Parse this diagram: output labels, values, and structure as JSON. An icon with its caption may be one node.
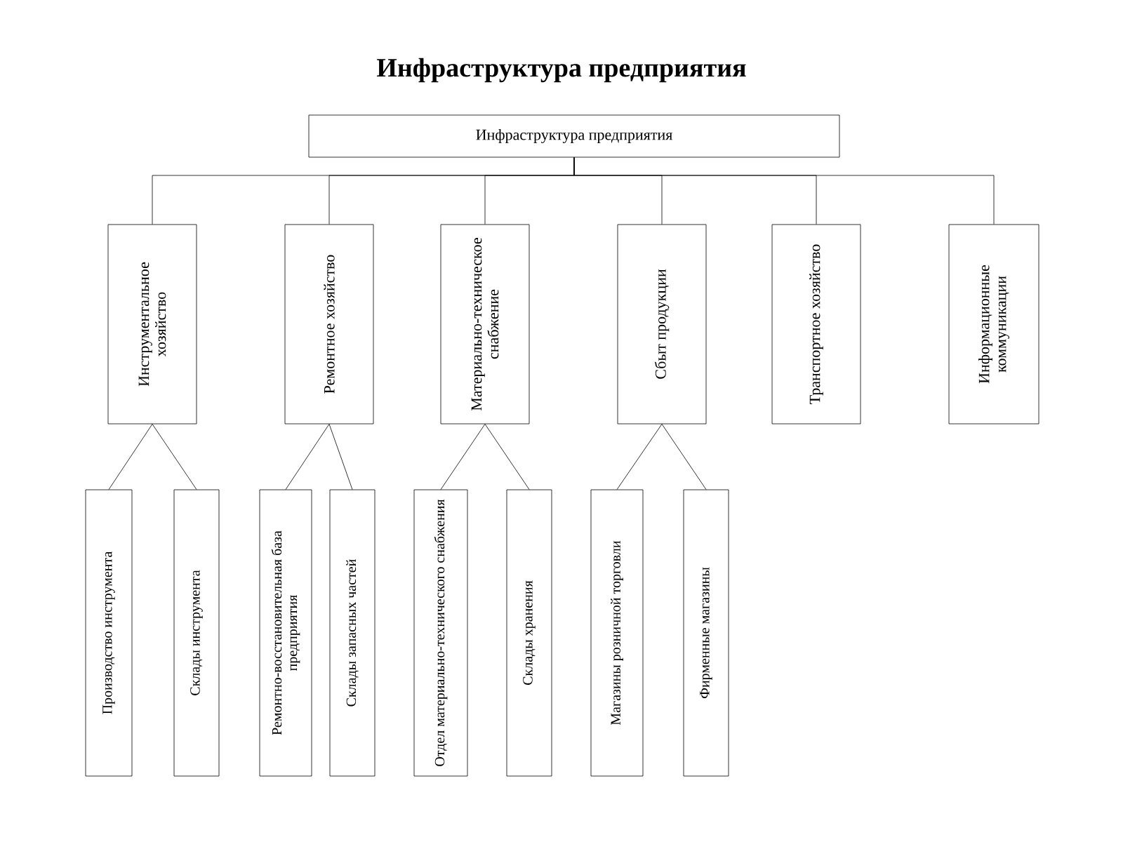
{
  "diagram": {
    "title": "Инфраструктура предприятия",
    "nodes": [
      {
        "text": [
          "Инфраструктура предприятия"
        ]
      },
      {
        "text": [
          "Инструментальное хозяйство"
        ]
      },
      {
        "text": [
          "Ремонтное хозяйство"
        ]
      },
      {
        "text": [
          "Материально-техническое снабжение"
        ]
      },
      {
        "text": [
          "Сбыт продукции"
        ]
      },
      {
        "text": [
          "Транспортное хозяйство"
        ]
      },
      {
        "text": [
          "Информационные коммуникации"
        ]
      },
      {
        "text": [
          "Производство инструмента"
        ]
      },
      {
        "text": [
          "Склады инструмента"
        ]
      },
      {
        "text": [
          "Ремонтно-восстановительная база предприятия"
        ]
      },
      {
        "text": [
          "Склады запасных частей"
        ]
      },
      {
        "text": [
          "Отдел материально-технического снабжения"
        ]
      },
      {
        "text": [
          "Склады хранения"
        ]
      },
      {
        "text": [
          "Магазины розничной торговли"
        ]
      },
      {
        "text": [
          "Фирменные магазины"
        ]
      }
    ],
    "edges": [
      {
        "from": 0,
        "to": 1,
        "arrow": "none"
      },
      {
        "from": 0,
        "to": 2,
        "arrow": "none"
      },
      {
        "from": 0,
        "to": 3,
        "arrow": "none"
      },
      {
        "from": 0,
        "to": 4,
        "arrow": "none"
      },
      {
        "from": 0,
        "to": 5,
        "arrow": "none"
      },
      {
        "from": 0,
        "to": 6,
        "arrow": "none"
      },
      {
        "from": 1,
        "to": 7,
        "arrow": "none"
      },
      {
        "from": 1,
        "to": 8,
        "arrow": "none"
      },
      {
        "from": 2,
        "to": 9,
        "arrow": "none"
      },
      {
        "from": 2,
        "to": 10,
        "arrow": "none"
      },
      {
        "from": 3,
        "to": 11,
        "arrow": "none"
      },
      {
        "from": 3,
        "to": 12,
        "arrow": "none"
      },
      {
        "from": 4,
        "to": 13,
        "arrow": "none"
      },
      {
        "from": 4,
        "to": 14,
        "arrow": "none"
      }
    ]
  }
}
